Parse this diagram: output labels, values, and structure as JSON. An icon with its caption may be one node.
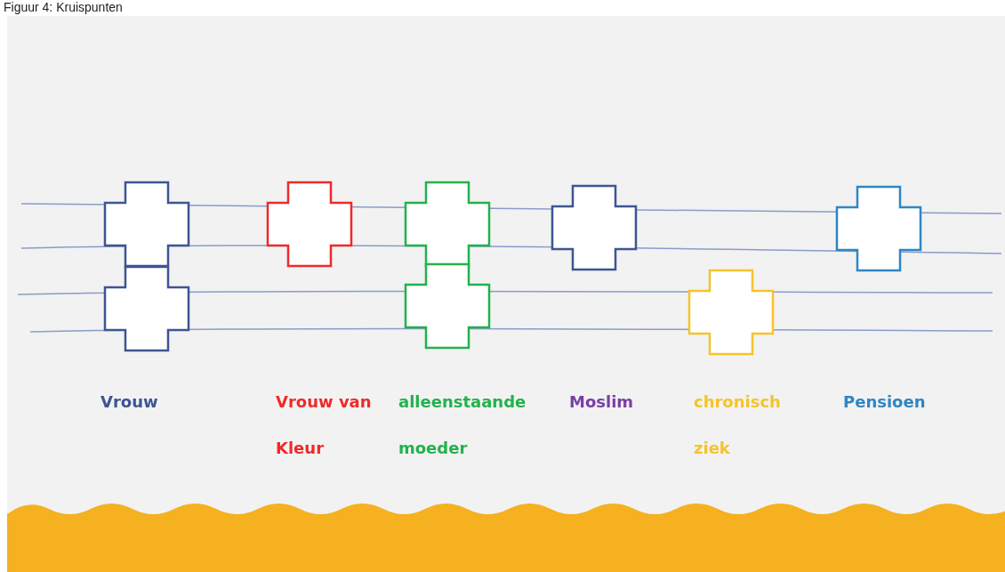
{
  "diagram": {
    "title": "Figuur 4: Kruispunten",
    "nodes": [
      {
        "text": [],
        "shape": "band"
      }
    ],
    "labels": [
      "Vrouw",
      "Vrouw van Kleur",
      "alleenstaande moeder",
      "Moslim",
      "chronisch ziek",
      "Pensioen"
    ]
  }
}
